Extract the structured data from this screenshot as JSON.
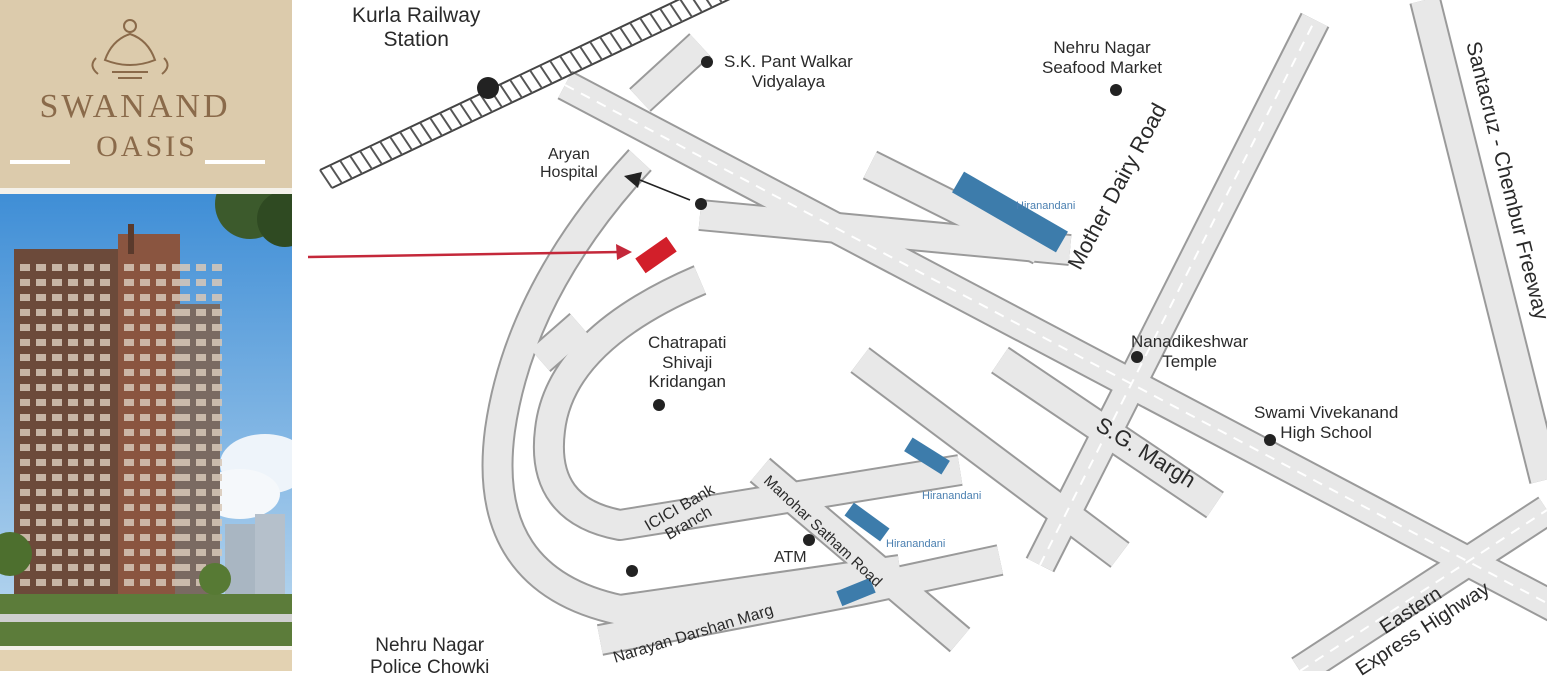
{
  "project": {
    "logo_line1": "SWANAND",
    "logo_line2": "OASIS"
  },
  "landmarks": {
    "kurla_l1": "Kurla Railway",
    "kurla_l2": "Station",
    "sk_pant_l1": "S.K. Pant Walkar",
    "sk_pant_l2": "Vidyalaya",
    "nehru_market_l1": "Nehru Nagar",
    "nehru_market_l2": "Seafood Market",
    "aryan_l1": "Aryan",
    "aryan_l2": "Hospital",
    "shivaji_l1": "Chatrapati",
    "shivaji_l2": "Shivaji",
    "shivaji_l3": "Kridangan",
    "nanadikeshwar_l1": "Nanadikeshwar",
    "nanadikeshwar_l2": "Temple",
    "vivekanand_l1": "Swami Vivekanand",
    "vivekanand_l2": "High School",
    "icici_l1": "ICICI Bank",
    "icici_l2": "Branch",
    "atm": "ATM",
    "police_l1": "Nehru Nagar",
    "police_l2": "Police Chowki"
  },
  "roads": {
    "mother_dairy": "Mother Dairy Road",
    "santacruz": "Santacruz - Chembur Freeway",
    "sg_margh": "S.G. Margh",
    "manohar": "Manohar Satham Road",
    "narayan": "Narayan Darshan Marg",
    "eastern_l1": "Eastern",
    "eastern_l2": "Express Highway"
  },
  "buildings": {
    "hiranandani_1": "Hiranandani",
    "hiranandani_2": "Hiranandani",
    "hiranandani_3": "Hiranandani"
  },
  "colors": {
    "road_fill": "#e8e8e8",
    "road_edge": "#9a9a9a",
    "project_marker": "#d21f2a",
    "building": "#3d7cab",
    "pointer_arrow": "#c4283a"
  }
}
